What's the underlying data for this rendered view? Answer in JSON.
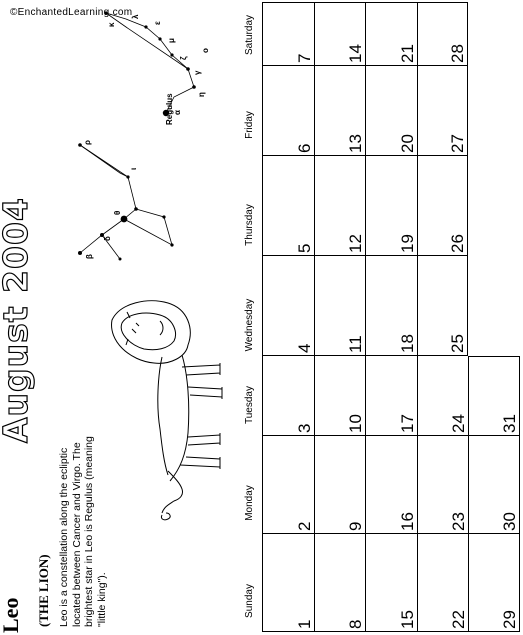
{
  "credit": "©EnchantedLearning.com",
  "title": "August 2004",
  "leo": {
    "name": "Leo",
    "subtitle": "(THE LION)",
    "description": "Leo is a constellation along the ecliptic located between Cancer and Virgo.  The brightest star in Leo is Regulus (meaning \"little king\")."
  },
  "constellation": {
    "regulus_label": "Regulus",
    "stars": [
      "α",
      "β",
      "γ",
      "δ",
      "ε",
      "ζ",
      "η",
      "θ",
      "ι",
      "κ",
      "λ",
      "μ",
      "ο",
      "ρ"
    ]
  },
  "calendar": {
    "day_names": [
      "Sunday",
      "Monday",
      "Tuesday",
      "Wednesday",
      "Thursday",
      "Friday",
      "Saturday"
    ],
    "weeks": [
      [
        "1",
        "2",
        "3",
        "4",
        "5",
        "6",
        "7"
      ],
      [
        "8",
        "9",
        "10",
        "11",
        "12",
        "13",
        "14"
      ],
      [
        "15",
        "16",
        "17",
        "18",
        "19",
        "20",
        "21"
      ],
      [
        "22",
        "23",
        "24",
        "25",
        "26",
        "27",
        "28"
      ],
      [
        "29",
        "30",
        "31",
        "",
        "",
        "",
        ""
      ]
    ]
  }
}
